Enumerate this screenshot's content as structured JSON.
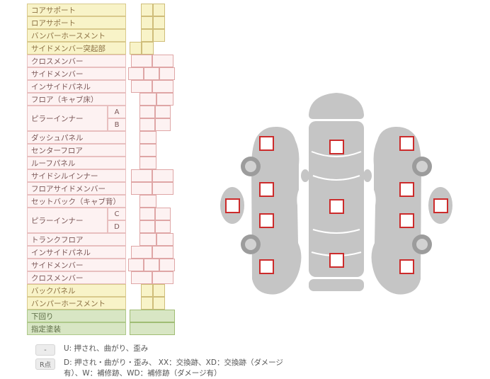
{
  "colors": {
    "yellow_row_bg": "#f8f3c8",
    "yellow_row_border": "#d9c98c",
    "yellow_text": "#8d7244",
    "pink_row_bg": "#fdf2f2",
    "pink_row_border": "#e8bfbf",
    "pink_text": "#7c5858",
    "green_row_bg": "#d8e6c4",
    "green_row_border": "#aec98a",
    "green_text": "#5b6b44",
    "marker_border_red": "#cc2b2b",
    "car_body_gray": "#c5c5c5",
    "wheel_ring_gray": "#9c9c9c"
  },
  "table": {
    "rows": [
      {
        "label": "コアサポート",
        "color": "yellow"
      },
      {
        "label": "ロアサポート",
        "color": "yellow"
      },
      {
        "label": "バンパーホースメント",
        "color": "yellow"
      },
      {
        "label": "サイドメンバー突起部",
        "color": "yellow"
      },
      {
        "label": "クロスメンバー",
        "color": "pink"
      },
      {
        "label": "サイドメンバー",
        "color": "pink"
      },
      {
        "label": "インサイドパネル",
        "color": "pink"
      },
      {
        "label": "フロア（キャブ床）",
        "color": "pink"
      },
      {
        "label": "ピラーインナー",
        "color": "pink",
        "subs": [
          "A",
          "B"
        ]
      },
      {
        "label": "ダッシュパネル",
        "color": "pink"
      },
      {
        "label": "センターフロア",
        "color": "pink"
      },
      {
        "label": "ルーフパネル",
        "color": "pink"
      },
      {
        "label": "サイドシルインナー",
        "color": "pink"
      },
      {
        "label": "フロアサイドメンバー",
        "color": "pink"
      },
      {
        "label": "セットバック（キャブ背）",
        "color": "pink"
      },
      {
        "label": "ピラーインナー",
        "color": "pink",
        "subs": [
          "C",
          "D"
        ]
      },
      {
        "label": "トランクフロア",
        "color": "pink"
      },
      {
        "label": "インサイドパネル",
        "color": "pink"
      },
      {
        "label": "サイドメンバー",
        "color": "pink"
      },
      {
        "label": "クロスメンバー",
        "color": "pink"
      },
      {
        "label": "バックパネル",
        "color": "yellow"
      },
      {
        "label": "バンパーホースメント",
        "color": "yellow"
      },
      {
        "label": "下回り",
        "color": "green"
      },
      {
        "label": "指定塗装",
        "color": "green"
      }
    ]
  },
  "legend": {
    "rows": [
      {
        "key": "-",
        "text": "U: 押され、曲がり、歪み"
      },
      {
        "key": "R点",
        "text": "D: 押され・曲がり・歪み、 XX：交換跡、XD：交換跡（ダメージ有）、W：補修跡、WD：補修跡（ダメージ有）"
      }
    ]
  },
  "diagram": {
    "markers": [
      {
        "name": "marker-body-front"
      },
      {
        "name": "marker-body-center"
      },
      {
        "name": "marker-body-rear"
      },
      {
        "name": "marker-left-front-fender"
      },
      {
        "name": "marker-left-front-door"
      },
      {
        "name": "marker-left-rear-door"
      },
      {
        "name": "marker-left-rear-fender"
      },
      {
        "name": "marker-left-outer-panel"
      },
      {
        "name": "marker-right-front-fender"
      },
      {
        "name": "marker-right-front-door"
      },
      {
        "name": "marker-right-rear-door"
      },
      {
        "name": "marker-right-rear-fender"
      },
      {
        "name": "marker-right-outer-panel"
      }
    ]
  }
}
